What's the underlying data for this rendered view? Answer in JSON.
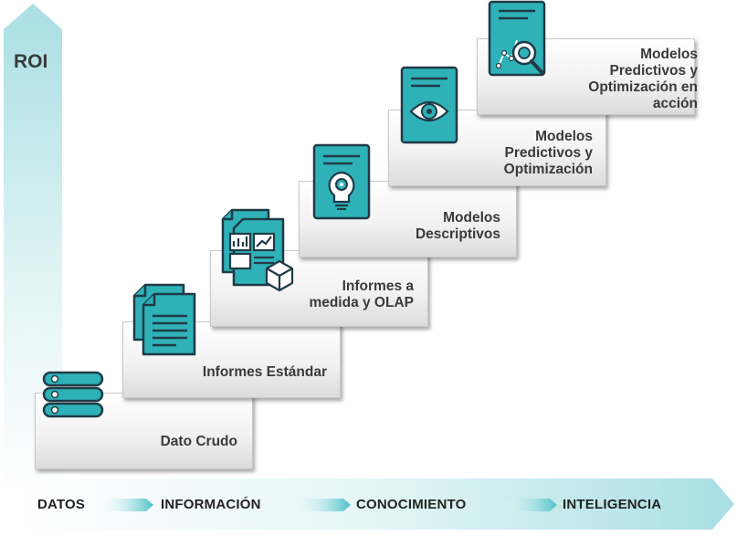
{
  "axis": {
    "y_label": "ROI",
    "x_stages": [
      "DATOS",
      "INFORMACIÓN",
      "CONOCIMIENTO",
      "INTELIGENCIA"
    ]
  },
  "steps": [
    {
      "label": "Dato Crudo",
      "icon": "server-icon"
    },
    {
      "label": "Informes Estándar",
      "icon": "documents-icon"
    },
    {
      "label": "Informes a\nmedida y OLAP",
      "icon": "report-cube-icon"
    },
    {
      "label": "Modelos\nDescriptivos",
      "icon": "lightbulb-gear-icon"
    },
    {
      "label": "Modelos\nPredictivos y\nOptimización",
      "icon": "eye-document-icon"
    },
    {
      "label": "Modelos\nPredictivos y\nOptimización en\nacción",
      "icon": "magnifier-chart-icon"
    }
  ],
  "colors": {
    "teal": "#2fb1b8",
    "teal_dark": "#1f3b45",
    "arrow_light": "#d7f0f2"
  }
}
